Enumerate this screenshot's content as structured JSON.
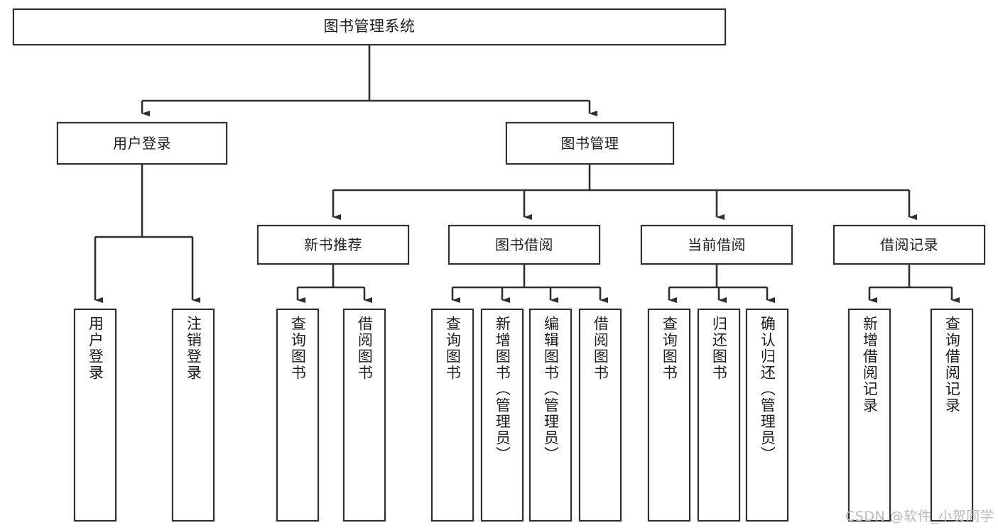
{
  "diagram": {
    "title": "图书管理系统",
    "type": "tree-hierarchy",
    "watermark": "CSDN @软件_小贺同学",
    "colors": {
      "node_border": "#2f2f2f",
      "node_fill": "#ffffff",
      "edge": "#2f2f2f",
      "text": "#1d1d1d",
      "watermark": "#b9b9b9",
      "background": "#ffffff"
    },
    "root": {
      "id": "root",
      "label": "图书管理系统"
    },
    "level2": [
      {
        "id": "user-login",
        "label": "用户登录"
      },
      {
        "id": "book-manage",
        "label": "图书管理"
      }
    ],
    "level3": [
      {
        "id": "new-book-rec",
        "label": "新书推荐",
        "parent": "book-manage"
      },
      {
        "id": "book-borrow",
        "label": "图书借阅",
        "parent": "book-manage"
      },
      {
        "id": "current-borrow",
        "label": "当前借阅",
        "parent": "book-manage"
      },
      {
        "id": "borrow-record",
        "label": "借阅记录",
        "parent": "book-manage"
      }
    ],
    "leaves": [
      {
        "id": "leaf-user-login",
        "label": "用户登录",
        "parent": "user-login"
      },
      {
        "id": "leaf-logout",
        "label": "注销登录",
        "parent": "user-login"
      },
      {
        "id": "leaf-query-book-1",
        "label": "查询图书",
        "parent": "new-book-rec"
      },
      {
        "id": "leaf-borrow-book-1",
        "label": "借阅图书",
        "parent": "new-book-rec"
      },
      {
        "id": "leaf-query-book-2",
        "label": "查询图书",
        "parent": "book-borrow"
      },
      {
        "id": "leaf-add-book",
        "label": "新增图书（管理员）",
        "parent": "book-borrow"
      },
      {
        "id": "leaf-edit-book",
        "label": "编辑图书（管理员）",
        "parent": "book-borrow"
      },
      {
        "id": "leaf-borrow-book-2",
        "label": "借阅图书",
        "parent": "book-borrow"
      },
      {
        "id": "leaf-query-book-3",
        "label": "查询图书",
        "parent": "current-borrow"
      },
      {
        "id": "leaf-return-book",
        "label": "归还图书",
        "parent": "current-borrow"
      },
      {
        "id": "leaf-confirm-return",
        "label": "确认归还（管理员）",
        "parent": "current-borrow"
      },
      {
        "id": "leaf-add-record",
        "label": "新增借阅记录",
        "parent": "borrow-record"
      },
      {
        "id": "leaf-query-record",
        "label": "查询借阅记录",
        "parent": "borrow-record"
      }
    ]
  }
}
